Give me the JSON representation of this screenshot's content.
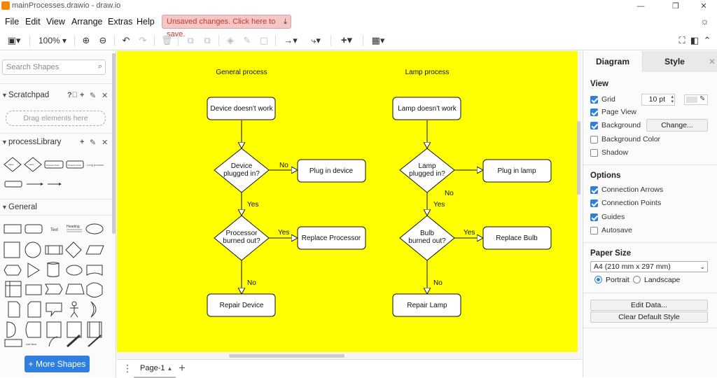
{
  "window": {
    "title": "mainProcesses.drawio - draw.io",
    "minimize": "—",
    "restore": "❐",
    "close": "✕"
  },
  "menu": [
    "File",
    "Edit",
    "View",
    "Arrange",
    "Extras",
    "Help"
  ],
  "unsaved_banner": "Unsaved changes. Click here to save.",
  "toolbar": {
    "zoom": "100%",
    "icons": [
      "panel-toggle-icon",
      "zoom-in-icon",
      "zoom-out-icon",
      "undo-icon",
      "redo-icon",
      "delete-icon",
      "to-front-icon",
      "to-back-icon",
      "fill-color-icon",
      "line-color-icon",
      "shadow-icon",
      "connection-icon",
      "waypoints-icon",
      "insert-icon",
      "table-icon",
      "fullscreen-icon",
      "format-panel-icon",
      "collapse-icon"
    ]
  },
  "sidebar": {
    "search_placeholder": "Search Shapes",
    "sections": {
      "scratchpad": "Scratchpad",
      "process_library": "processLibrary",
      "general": "General"
    },
    "drag_hint": "Drag elements here",
    "more_shapes": "+ More Shapes",
    "general_text": "Text",
    "general_heading": "Heading",
    "list_item": "List Item",
    "lib_items": [
      "Label",
      "Label",
      "Process block",
      "Process block",
      "Long process"
    ]
  },
  "diagram": {
    "general": {
      "title": "General process",
      "start": "Device doesn't work",
      "decision1": [
        "Device",
        "plugged in?"
      ],
      "action1": "Plug in device",
      "decision2": [
        "Processor",
        "burned out?"
      ],
      "action2": "Replace Processor",
      "end": "Repair Device",
      "no1": "No",
      "yes1": "Yes",
      "yes2": "Yes",
      "no2": "No"
    },
    "lamp": {
      "title": "Lamp process",
      "start": "Lamp doesn't work",
      "decision1": [
        "Lamp",
        "plugged in?"
      ],
      "action1": "Plug in lamp",
      "decision2": [
        "Bulb",
        "burned out?"
      ],
      "action2": "Replace Bulb",
      "end": "Repair Lamp",
      "no1": "No",
      "yes1": "Yes",
      "yes2": "Yes",
      "no2": "No"
    },
    "page_background": "#ffff00"
  },
  "bottom": {
    "page_tab": "Page-1",
    "menu_dots": "⋮",
    "add_page": "+"
  },
  "format_panel": {
    "tabs": [
      "Diagram",
      "Style"
    ],
    "view_title": "View",
    "grid": {
      "label": "Grid",
      "checked": true,
      "size": "10 pt"
    },
    "page_view": {
      "label": "Page View",
      "checked": true
    },
    "background": {
      "label": "Background",
      "checked": true,
      "button": "Change..."
    },
    "background_color": {
      "label": "Background Color",
      "checked": false
    },
    "shadow": {
      "label": "Shadow",
      "checked": false
    },
    "options_title": "Options",
    "connection_arrows": {
      "label": "Connection Arrows",
      "checked": true
    },
    "connection_points": {
      "label": "Connection Points",
      "checked": true
    },
    "guides": {
      "label": "Guides",
      "checked": true
    },
    "autosave": {
      "label": "Autosave",
      "checked": false
    },
    "paper_size_title": "Paper Size",
    "paper_size": "A4 (210 mm x 297 mm)",
    "portrait": "Portrait",
    "landscape": "Landscape",
    "edit_data": "Edit Data...",
    "clear_style": "Clear Default Style"
  },
  "colors": {
    "accent": "#2e7fe0",
    "page": "#ffff00",
    "logo": "#f08705",
    "banner": "#f5c6c6"
  }
}
